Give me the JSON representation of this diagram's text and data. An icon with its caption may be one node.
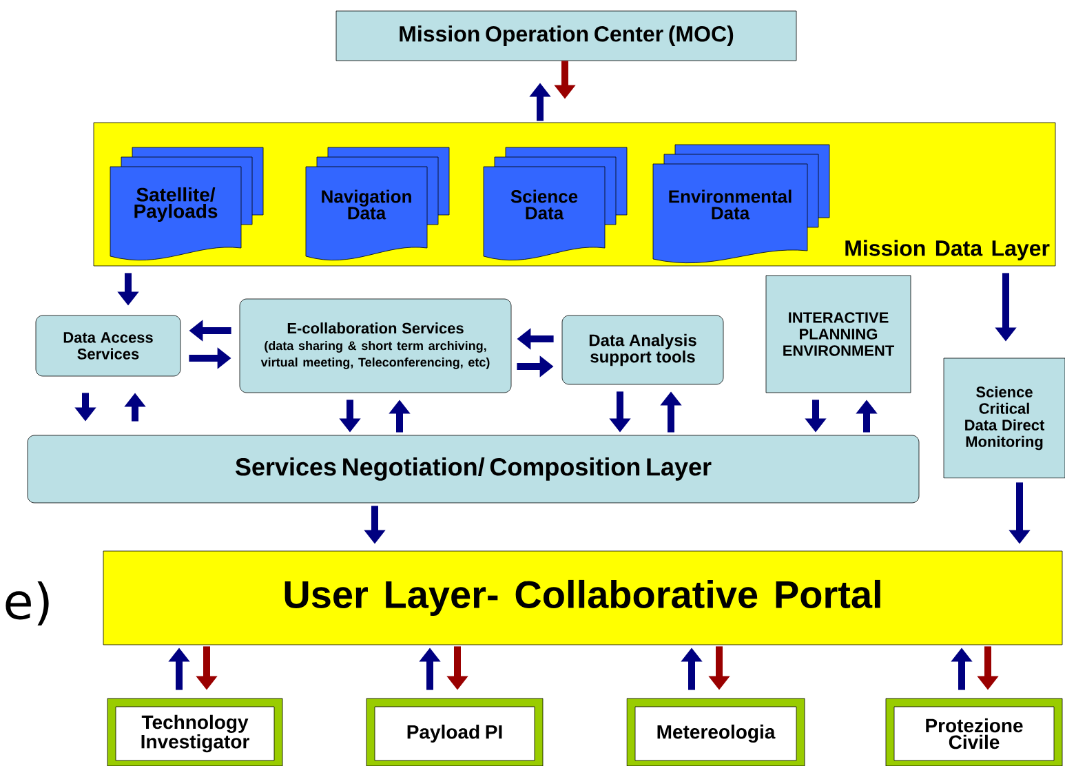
{
  "diagram": {
    "nodes": [
      {
        "text": [
          "Mission Operation Center (MOC)"
        ]
      },
      {
        "text": [
          "Mission Data Layer"
        ]
      },
      {
        "text": [
          "Satellite/ Payloads"
        ],
        "in": 1
      },
      {
        "text": [
          "Navigation Data"
        ],
        "in": 1
      },
      {
        "text": [
          "Science Data"
        ],
        "in": 1
      },
      {
        "text": [
          "Environmental Data"
        ],
        "in": 1
      },
      {
        "text": [
          "Data Access Services"
        ]
      },
      {
        "text": [
          "E-collaboration Services",
          "(data sharing & short term archiving, virtual meeting, Teleconferencing, etc)"
        ]
      },
      {
        "text": [
          "Data Analysis support tools"
        ]
      },
      {
        "text": [
          "INTERACTIVE PLANNING ENVIRONMENT"
        ]
      },
      {
        "text": [
          "Science Critical Data Direct Monitoring"
        ]
      },
      {
        "text": [
          "Services Negotiation/ Composition Layer"
        ]
      },
      {
        "text": [
          "User Layer- Collaborative Portal"
        ]
      },
      {
        "text": [
          "Technology Investigator"
        ]
      },
      {
        "text": [
          "Payload PI"
        ]
      },
      {
        "text": [
          "Metereologia"
        ]
      },
      {
        "text": [
          "Protezione Civile"
        ]
      }
    ],
    "edges": [
      {
        "from": 1,
        "to": 0,
        "arrow": "to"
      },
      {
        "from": 0,
        "to": 1,
        "arrow": "to",
        "color": "#990000"
      },
      {
        "from": 1,
        "to": 6,
        "arrow": "to"
      },
      {
        "from": 1,
        "to": 10,
        "arrow": "to"
      },
      {
        "from": 7,
        "to": 6,
        "arrow": "to"
      },
      {
        "from": 6,
        "to": 7,
        "arrow": "to"
      },
      {
        "from": 8,
        "to": 7,
        "arrow": "to"
      },
      {
        "from": 7,
        "to": 8,
        "arrow": "to"
      },
      {
        "from": 6,
        "to": 11,
        "arrow": "to"
      },
      {
        "from": 11,
        "to": 6,
        "arrow": "to"
      },
      {
        "from": 7,
        "to": 11,
        "arrow": "to"
      },
      {
        "from": 11,
        "to": 7,
        "arrow": "to"
      },
      {
        "from": 8,
        "to": 11,
        "arrow": "to"
      },
      {
        "from": 11,
        "to": 8,
        "arrow": "to"
      },
      {
        "from": 9,
        "to": 11,
        "arrow": "to"
      },
      {
        "from": 11,
        "to": 9,
        "arrow": "to"
      },
      {
        "from": 11,
        "to": 12,
        "arrow": "to"
      },
      {
        "from": 10,
        "to": 12,
        "arrow": "to"
      },
      {
        "from": 12,
        "to": 13,
        "arrow": "to",
        "color": "#990000"
      },
      {
        "from": 13,
        "to": 12,
        "arrow": "to"
      },
      {
        "from": 12,
        "to": 14,
        "arrow": "to",
        "color": "#990000"
      },
      {
        "from": 14,
        "to": 12,
        "arrow": "to"
      },
      {
        "from": 12,
        "to": 15,
        "arrow": "to",
        "color": "#990000"
      },
      {
        "from": 15,
        "to": 12,
        "arrow": "to"
      },
      {
        "from": 12,
        "to": 16,
        "arrow": "to",
        "color": "#990000"
      },
      {
        "from": 16,
        "to": 12,
        "arrow": "to"
      }
    ],
    "labels": [
      "e)"
    ]
  }
}
